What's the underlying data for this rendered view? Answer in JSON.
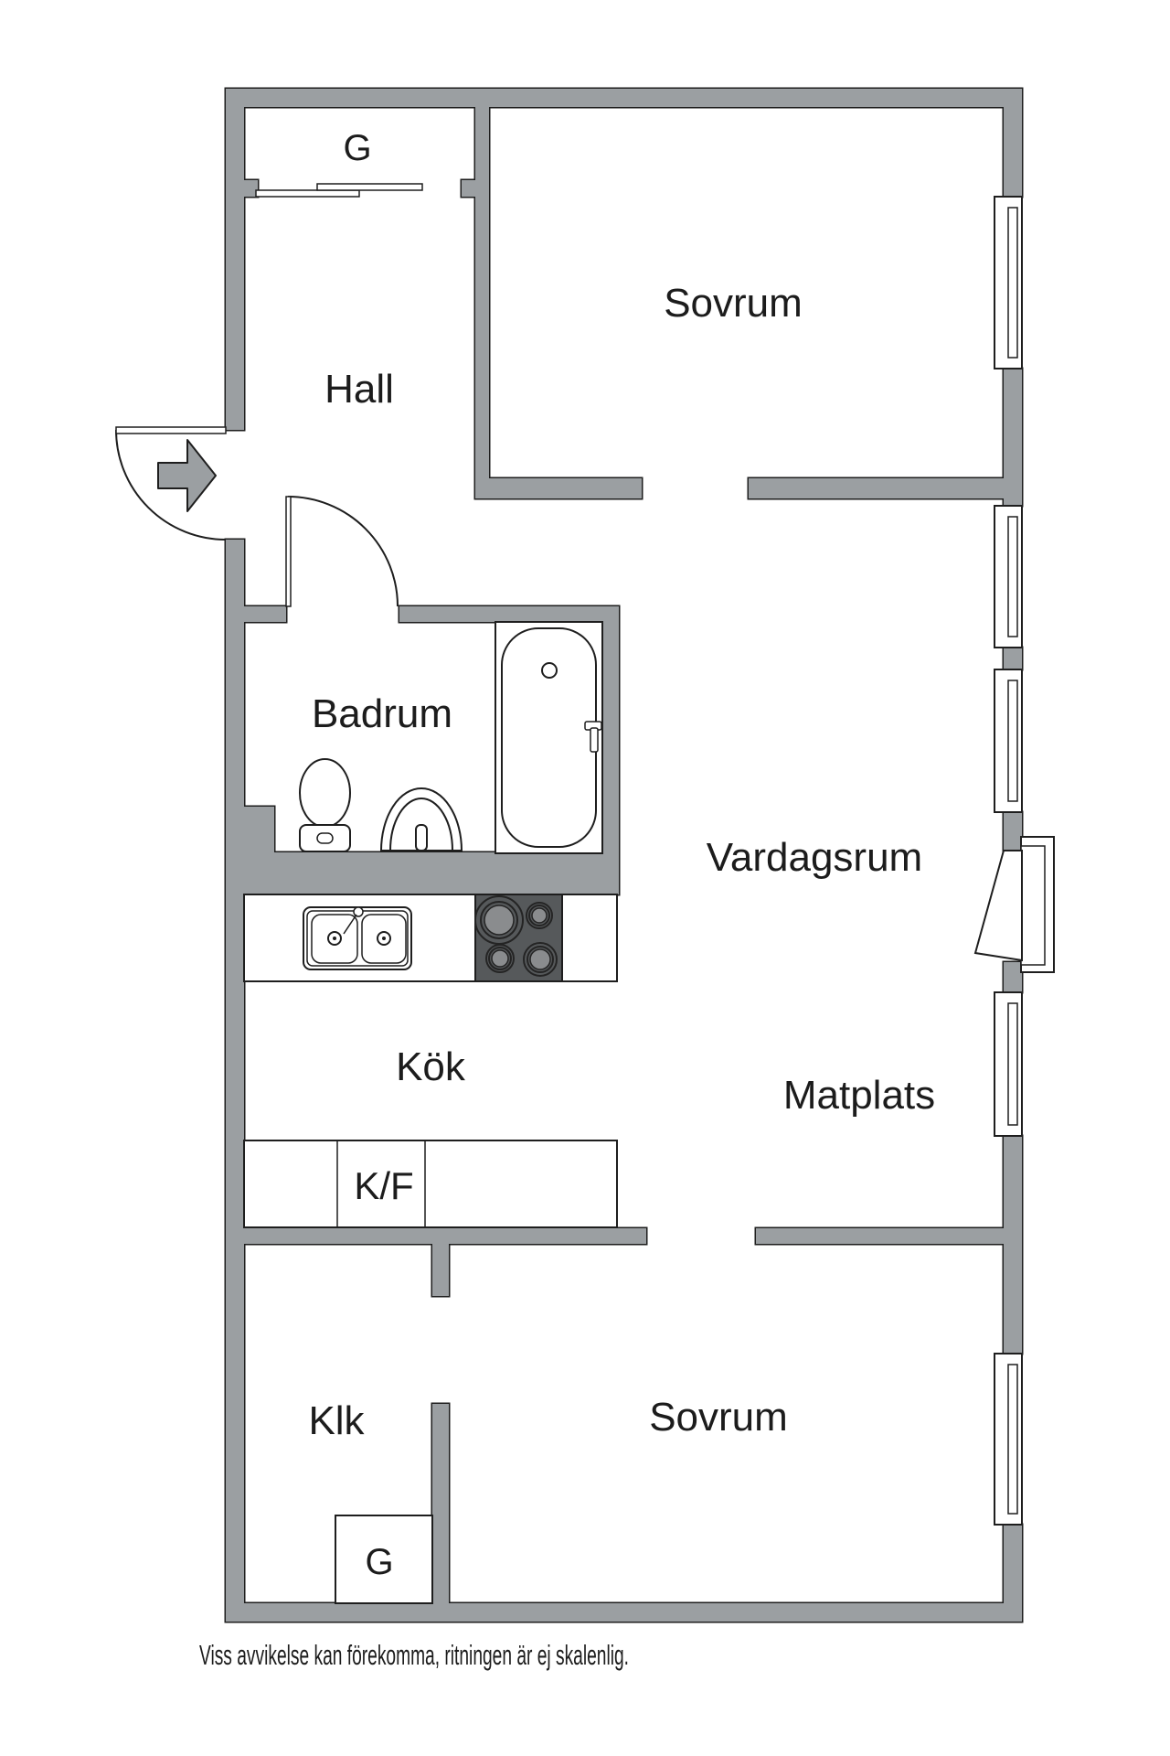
{
  "plan": {
    "labels": {
      "g_top": "G",
      "hall": "Hall",
      "sovrum_top": "Sovrum",
      "badrum": "Badrum",
      "vardagsrum": "Vardagsrum",
      "kok": "Kök",
      "matplats": "Matplats",
      "kf": "K/F",
      "klk": "Klk",
      "sovrum_bottom": "Sovrum",
      "g_bottom": "G"
    },
    "footer": "Viss avvikelse kan förekomma, ritningen är ej skalenlig.",
    "colors": {
      "wall": "#9b9fa2",
      "line": "#1e1e1e",
      "stove": "#56595b",
      "burner": "#8a8c8e",
      "text": "#1c1c1c",
      "bg": "#ffffff"
    }
  }
}
